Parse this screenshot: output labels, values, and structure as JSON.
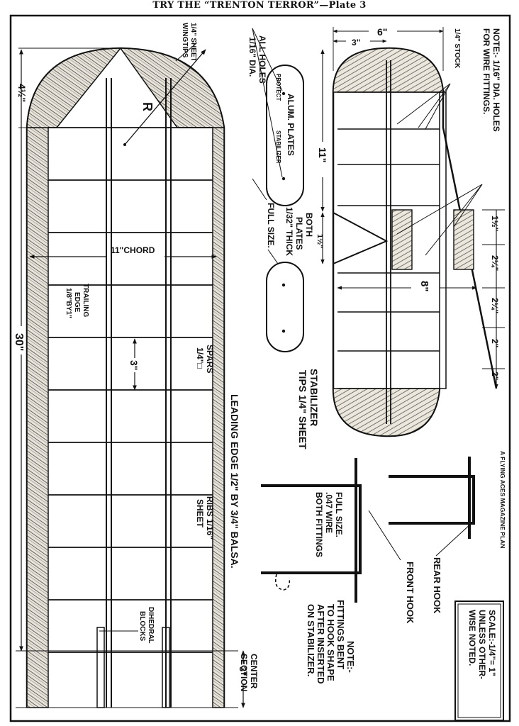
{
  "title": "TRY THE “TRENTON TERROR”—Plate 3",
  "wing": {
    "wingtips": [
      "1/4\" SHEET",
      "WINGTIPS"
    ],
    "radius_label": "R",
    "tip_dim": "4½\"",
    "span_dim": "30\"",
    "chord_label": "11\"CHORD",
    "trailing_edge": [
      "TRAILING",
      "EDGE",
      "1/8\"BY1\""
    ],
    "spar_spacing": "3\"",
    "spars": [
      "SPARS",
      "1/4\"□"
    ],
    "ribs": [
      "RIBS 1/16\"",
      "SHEET"
    ],
    "leading_edge": "LEADING EDGE 1/2\" BY 3/4\" BALSA.",
    "dihedral": [
      "DIHEDRAL",
      "BLOCKS"
    ],
    "center_dim": "3\"",
    "center_section": [
      "CENTER",
      "SECTION"
    ]
  },
  "plates": {
    "all_holes": [
      "ALL HOLES",
      "1/16\" DIA."
    ],
    "alum_plates": "ALUM. PLATES",
    "protect": "PROTECT",
    "stabilizer": "STABILIZER",
    "both_plates": [
      "BOTH",
      "PLATES",
      "1/32\" THICK"
    ],
    "full_size": "FULL SIZE."
  },
  "stabilizer": {
    "note": [
      "NOTE:- 1/16\" DIA. HOLES",
      "FOR WIRE FITTINGS."
    ],
    "stock": "1/4\" STOCK",
    "dim_6": "6\"",
    "dim_3": "3\"",
    "dim_11": "11\"",
    "dim_1_5": "1½\"",
    "dim_8": "8\"",
    "dims_right": [
      "1½\"",
      "2¼\"",
      "2¼\"",
      "2\"",
      "2\""
    ],
    "tips": [
      "STABILIZER",
      "TIPS 1/4\" SHEET"
    ]
  },
  "fittings": {
    "credit": "A FLYING ACES MAGAZINE PLAN",
    "full_size": [
      "FULL SIZE.",
      ".047 WIRE",
      "BOTH FITTINGS"
    ],
    "rear_hook": "REAR HOOK",
    "front_hook": "FRONT HOOK",
    "note": [
      "NOTE:-",
      "FITTINGS BENT",
      "TO HOOK SHAPE",
      "AFTER INSERTED",
      "ON STABILIZER."
    ],
    "scale": [
      "SCALE:-1/4\"= 1\"",
      "UNLESS OTHER-",
      "WISE NOTED."
    ]
  }
}
